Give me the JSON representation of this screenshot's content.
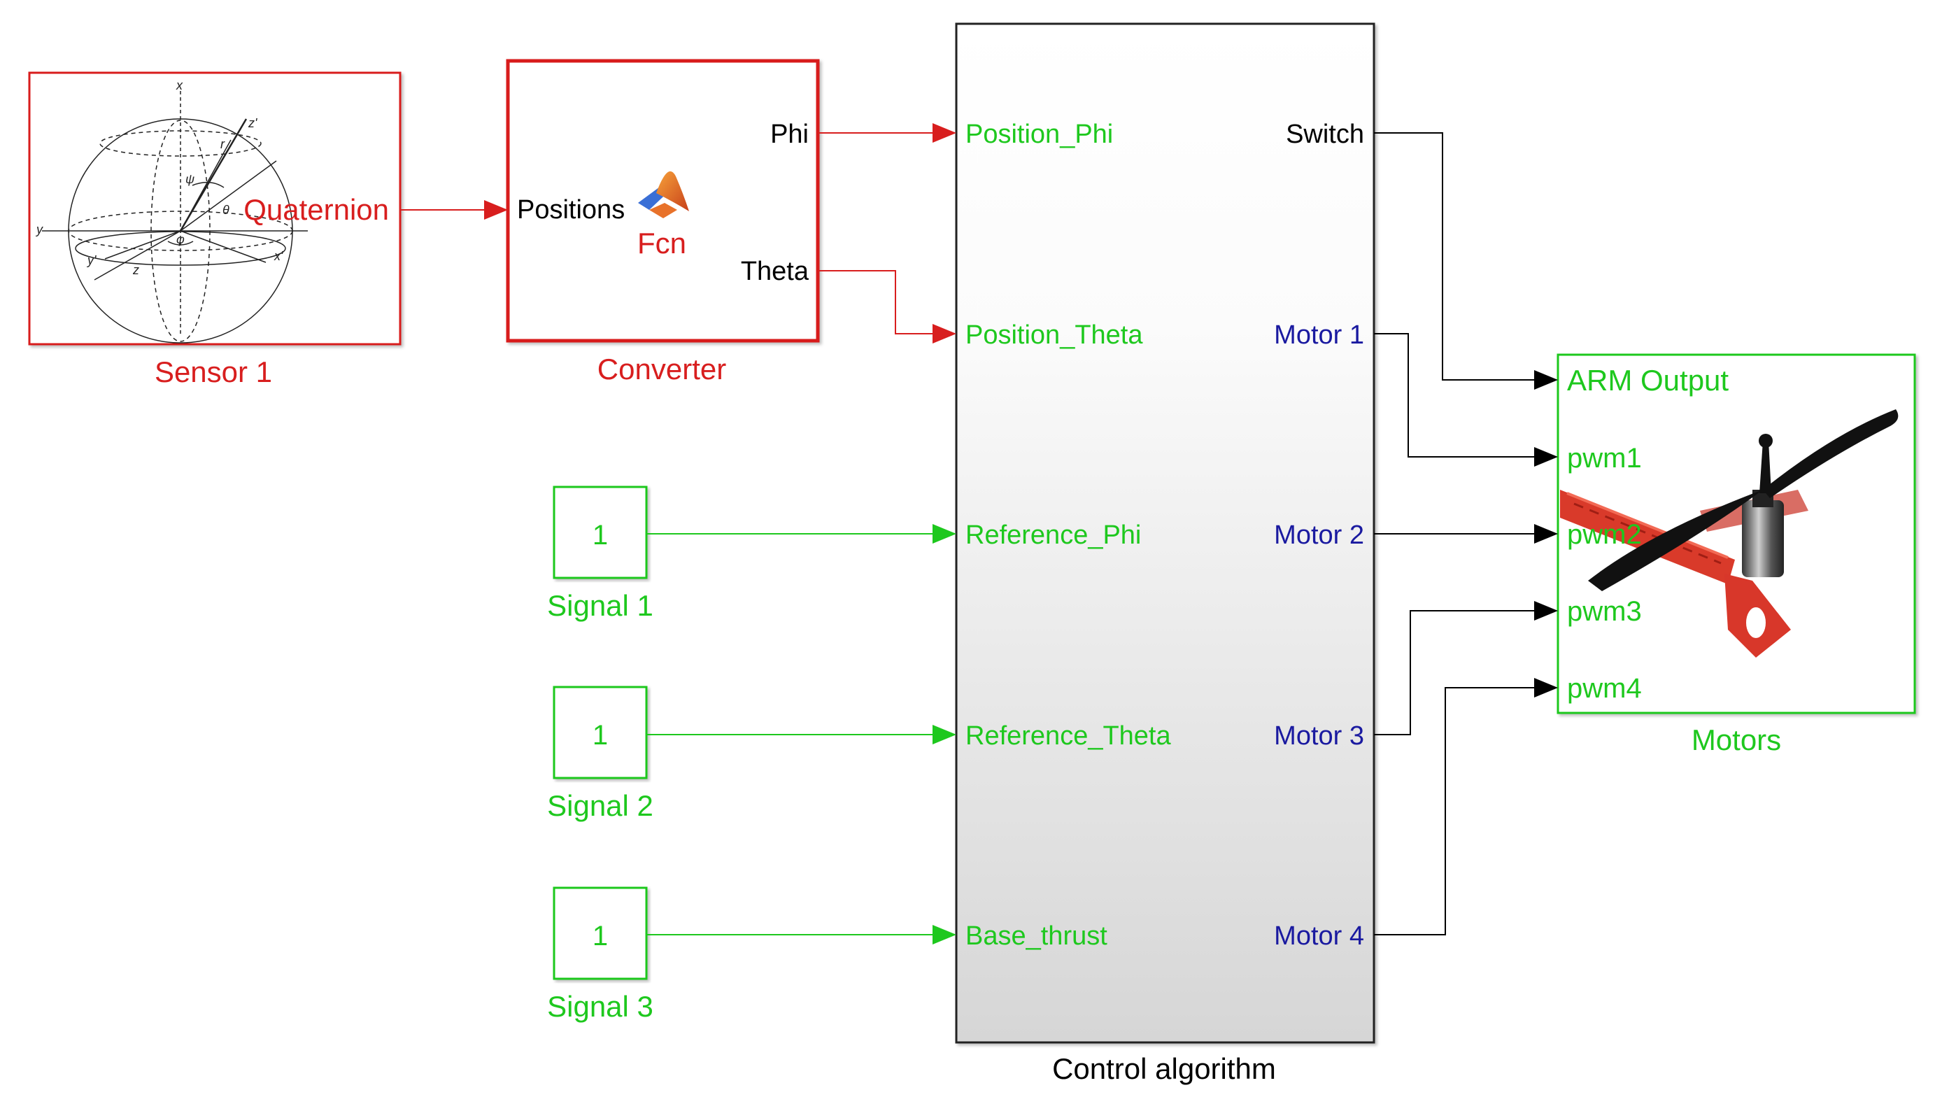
{
  "colors": {
    "red": "#d81e1e",
    "green": "#1ec81e",
    "blue": "#1a1aa0",
    "black": "#000000"
  },
  "blocks": {
    "sensor": {
      "name": "Sensor 1",
      "output": "Quaternion",
      "image": "bloch-sphere-diagram",
      "sphere_labels": [
        "x",
        "y",
        "z",
        "z'",
        "y'",
        "x'",
        "ψ",
        "θ",
        "φ",
        "r"
      ]
    },
    "converter": {
      "name": "Converter",
      "input": "Positions",
      "outputs": [
        "Phi",
        "Theta"
      ],
      "function_label": "Fcn",
      "icon": "matlab-logo-icon"
    },
    "signal1": {
      "name": "Signal 1",
      "value": "1"
    },
    "signal2": {
      "name": "Signal 2",
      "value": "1"
    },
    "signal3": {
      "name": "Signal 3",
      "value": "1"
    },
    "control": {
      "name": "Control algorithm",
      "inputs": [
        "Position_Phi",
        "Position_Theta",
        "Reference_Phi",
        "Reference_Theta",
        "Base_thrust"
      ],
      "outputs": [
        "Switch",
        "Motor 1",
        "Motor 2",
        "Motor 3",
        "Motor 4"
      ]
    },
    "motors": {
      "name": "Motors",
      "inputs": [
        "ARM Output",
        "pwm1",
        "pwm2",
        "pwm3",
        "pwm4"
      ],
      "image": "drone-motor-propeller-photo"
    }
  }
}
